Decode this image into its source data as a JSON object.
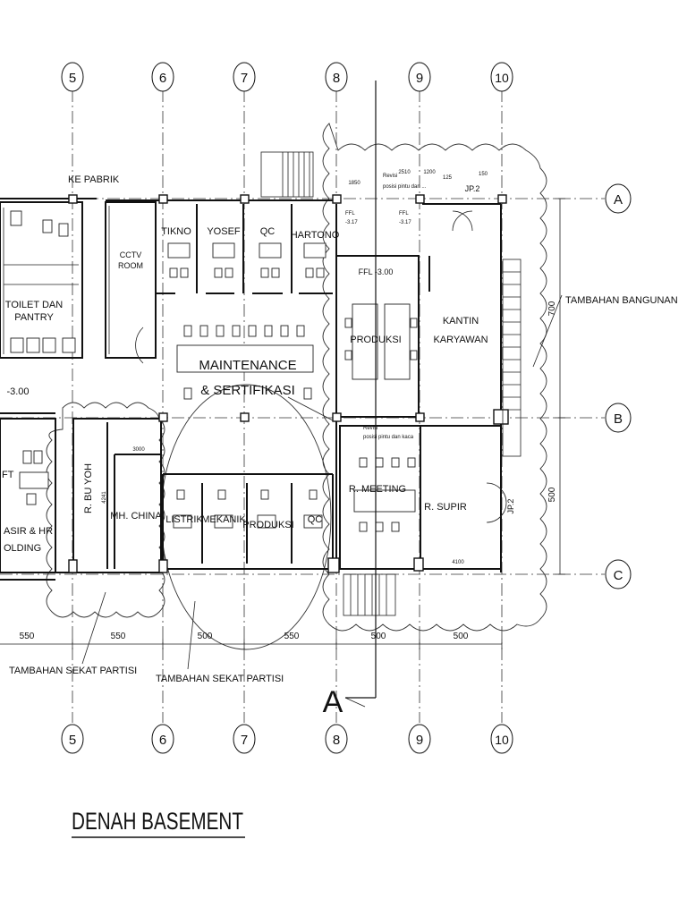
{
  "title": "DENAH BASEMENT",
  "grid": {
    "columns": [
      "5",
      "6",
      "7",
      "8",
      "9",
      "10"
    ],
    "rows": [
      "A",
      "B",
      "C"
    ]
  },
  "section_mark": "A",
  "rooms": {
    "toilet_pantry": [
      "TOILET DAN",
      "PANTRY"
    ],
    "cctv": [
      "CCTV",
      "ROOM"
    ],
    "tikno": "TIKNO",
    "yosef": "YOSEF",
    "qc_top": "QC",
    "hartono": "HARTONO",
    "maintenance": [
      "MAINTENANCE",
      "& SERTIFIKASI"
    ],
    "produksi_top": "PRODUKSI",
    "kantin": [
      "KANTIN",
      "KARYAWAN"
    ],
    "ffl_main": "FFL -3.00",
    "level_left": "-3.00",
    "ft": "FT",
    "kasir": [
      "ASIR & HR",
      "OLDING"
    ],
    "bu_yoh": "R. BU YOH",
    "china": "MH. CHINA",
    "listrik": "LISTRIK",
    "mekanik": "MEKANIK",
    "produksi_bottom": "PRODUKSI",
    "qc_bottom": "QC",
    "meeting": "R. MEETING",
    "supir": "R. SUPIR",
    "jp2": "JP.2"
  },
  "annotations": {
    "ke_pabrik": "KE PABRIK",
    "tambahan_bangunan": "TAMBAHAN BANGUNAN",
    "sekat_1": "TAMBAHAN SEKAT PARTISI",
    "sekat_2": "TAMBAHAN SEKAT PARTISI",
    "revisi_top": [
      "Revisi",
      "posisi pintu dan ..."
    ],
    "revisi_mid": [
      "Revisi",
      "posisi pintu dan kaca"
    ],
    "ffl_small": [
      "FFL",
      "-3.17"
    ]
  },
  "dimensions": {
    "bottom": [
      "550",
      "550",
      "500",
      "550",
      "500",
      "500"
    ],
    "right": [
      "700",
      "500"
    ],
    "small": [
      "1850",
      "2510",
      "1200",
      "125",
      "150",
      "3000",
      "4241",
      "4100"
    ]
  }
}
